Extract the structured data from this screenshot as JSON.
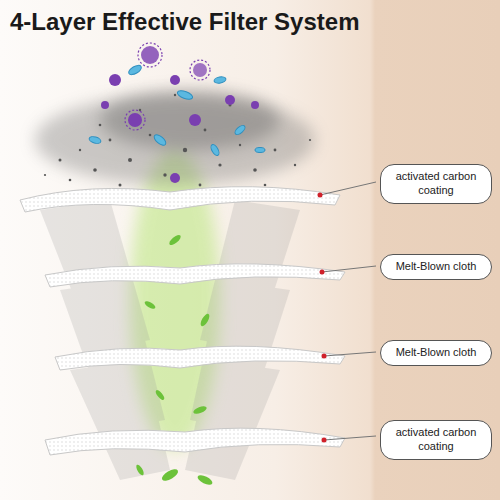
{
  "diagram": {
    "title": "4-Layer Effective Filter System",
    "nodes": [
      {
        "text": [
          "activated carbon coating"
        ]
      },
      {
        "text": [
          "Melt-Blown cloth"
        ]
      },
      {
        "text": [
          "Melt-Blown cloth"
        ]
      },
      {
        "text": [
          "activated carbon coating"
        ]
      }
    ]
  }
}
